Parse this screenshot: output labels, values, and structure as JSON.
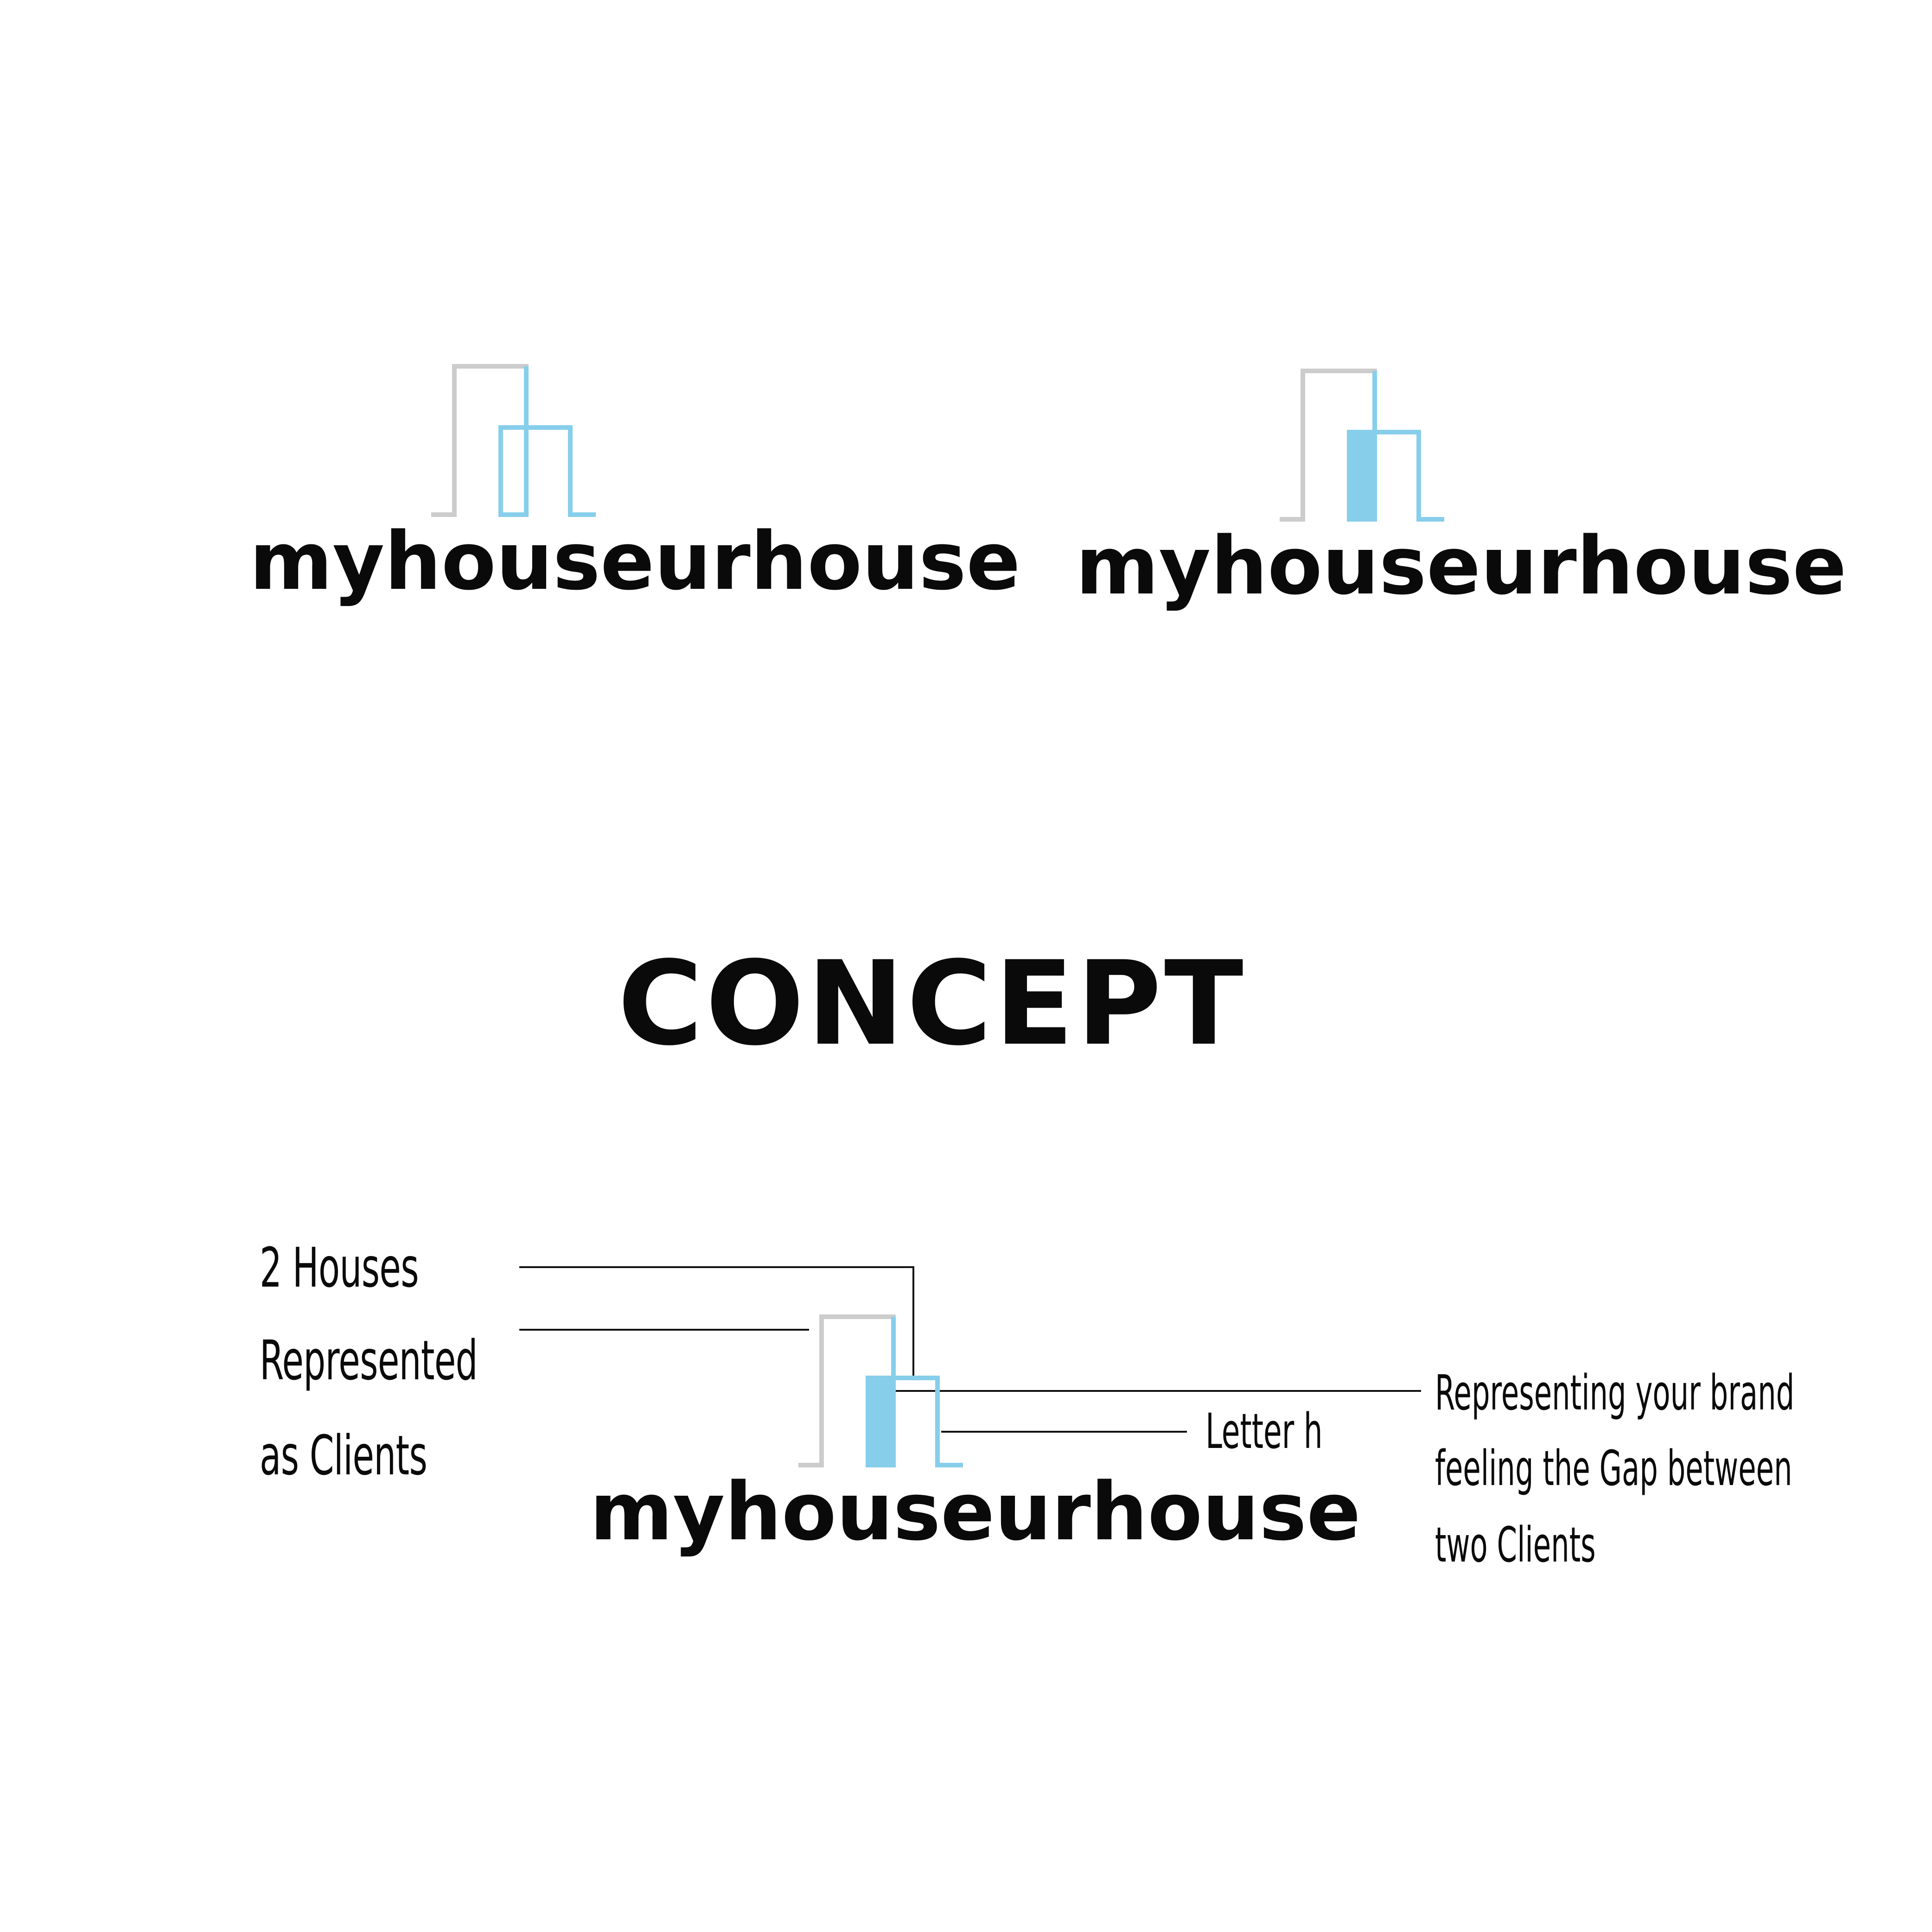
{
  "logos": [
    {
      "variant": "outline",
      "wordmark": "myhouseurhouse"
    },
    {
      "variant": "filled",
      "wordmark": "myhouseurhouse"
    }
  ],
  "concept": {
    "title": "CONCEPT",
    "wordmark": "myhouseurhouse",
    "annotations": {
      "houses_line1": "2 Houses",
      "houses_line2": "Represented",
      "houses_line3": "as Clients",
      "letter_h": "Letter h",
      "brand_line1": "Representing your brand",
      "brand_line2": "feeling the Gap between",
      "brand_line3": "two Clients"
    }
  },
  "colors": {
    "background": "#ffffff",
    "text": "#0a0a0a",
    "house_gray": "#cccccc",
    "house_blue": "#87ceeb",
    "leader_line": "#111111"
  }
}
